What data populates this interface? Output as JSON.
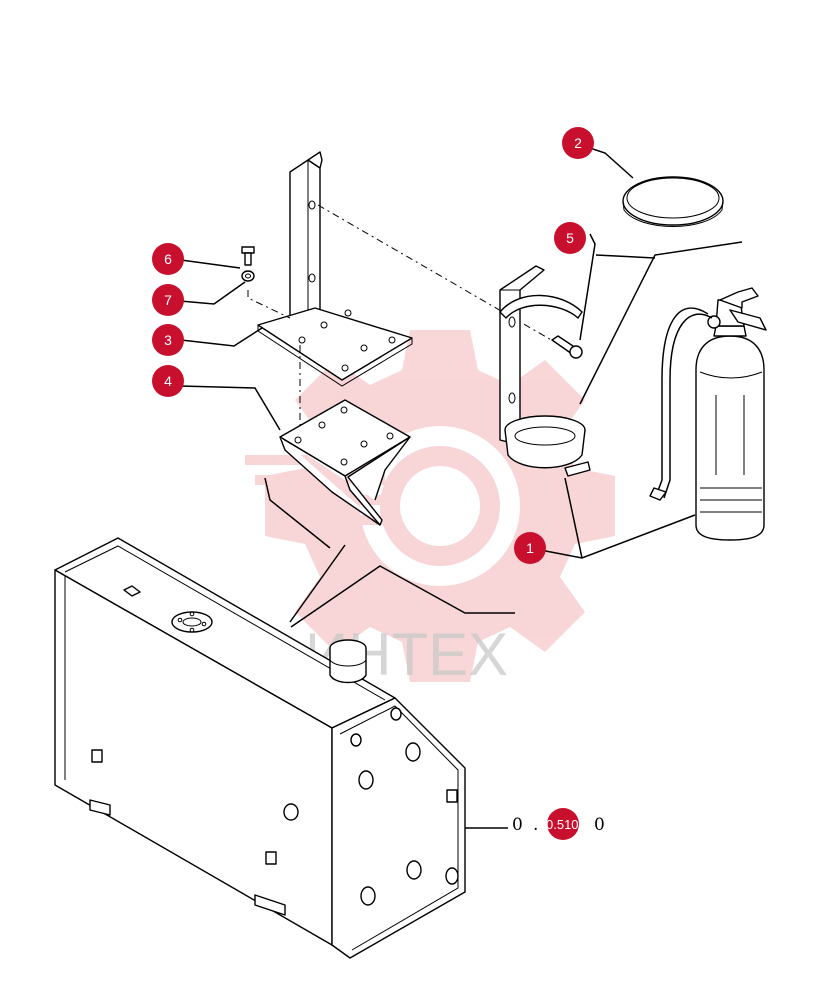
{
  "watermark": {
    "text": "ИНТЕХ",
    "gear_color": "#f4b6b8",
    "text_color": "#c9c9c9"
  },
  "accent_color": "#c8102e",
  "callouts": [
    {
      "label": "1"
    },
    {
      "label": "2"
    },
    {
      "label": "3"
    },
    {
      "label": "4"
    },
    {
      "label": "5"
    },
    {
      "label": "6"
    },
    {
      "label": "7"
    }
  ],
  "reference": {
    "prefix": "0",
    "dot": ".",
    "badge": "0.510",
    "suffix": "0"
  },
  "icons": {
    "extinguisher": "fire-extinguisher-icon",
    "tank": "fuel-tank-icon"
  }
}
